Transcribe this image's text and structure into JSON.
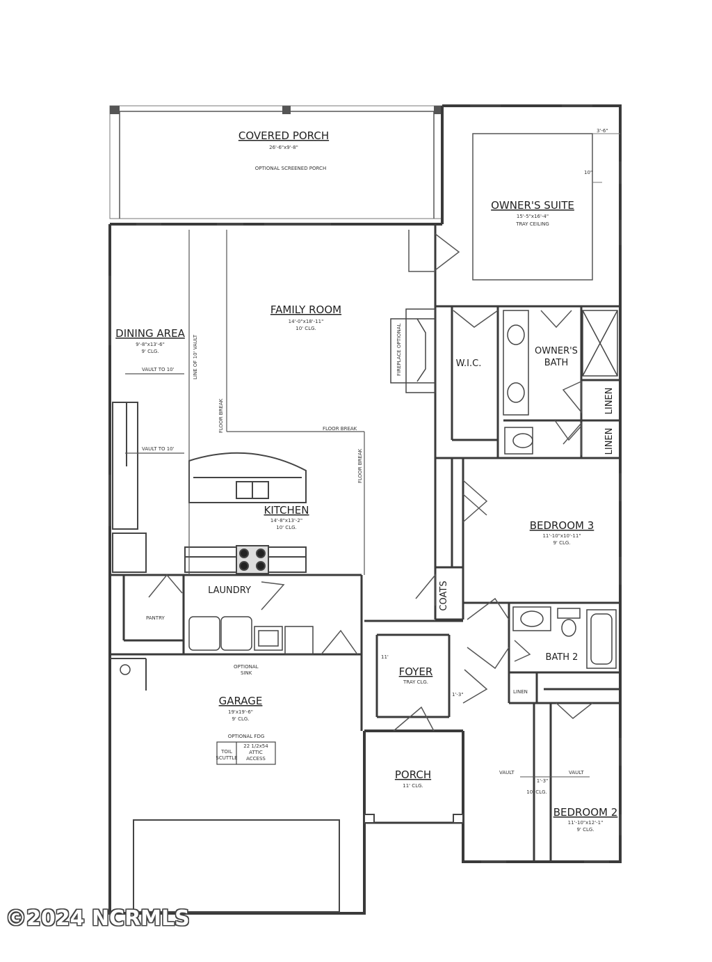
{
  "rooms": {
    "covered_porch": {
      "name": "COVERED PORCH",
      "size": "26'-6\"x9'-8\"",
      "note": "OPTIONAL SCREENED PORCH"
    },
    "owners_suite": {
      "name": "OWNER'S SUITE",
      "size": "15'-5\"x16'-4\"",
      "ceiling": "TRAY CEILING",
      "dim_a": "3'-6\"",
      "dim_b": "10\""
    },
    "family_room": {
      "name": "FAMILY ROOM",
      "size": "14'-0\"x18'-11\"",
      "ceiling": "10' CLG."
    },
    "dining_area": {
      "name": "DINING AREA",
      "size": "9'-8\"x13'-6\"",
      "ceiling": "9' CLG."
    },
    "wic": {
      "name": "W.I.C."
    },
    "owners_bath": {
      "name_line1": "OWNER'S",
      "name_line2": "BATH"
    },
    "linen1": {
      "name": "LINEN"
    },
    "linen2": {
      "name": "LINEN"
    },
    "kitchen": {
      "name": "KITCHEN",
      "size": "14'-8\"x13'-2\"",
      "ceiling": "10' CLG."
    },
    "bedroom3": {
      "name": "BEDROOM 3",
      "size": "11'-10\"x10'-11\"",
      "ceiling": "9' CLG."
    },
    "laundry": {
      "name": "LAUNDRY"
    },
    "pantry": {
      "name": "PANTRY"
    },
    "coats": {
      "name": "COATS"
    },
    "bath2": {
      "name": "BATH 2"
    },
    "foyer": {
      "name": "FOYER",
      "ceiling": "TRAY CLG.",
      "dim": "1'-3\""
    },
    "linen3": {
      "name": "LINEN"
    },
    "garage": {
      "name": "GARAGE",
      "size": "19'x19'-6\"",
      "ceiling": "9' CLG."
    },
    "porch": {
      "name": "PORCH",
      "ceiling": "11' CLG."
    },
    "bedroom2": {
      "name": "BEDROOM 2",
      "size": "11'-10\"x12'-1\"",
      "ceiling": "9' CLG.",
      "dim": "1'-3\"",
      "dim_ceiling": "10' CLG."
    }
  },
  "notes": {
    "vault_dining": "VAULT TO 10'",
    "vault_kitchen": "VAULT TO 10'",
    "line_of_vault": "LINE OF 10' VAULT",
    "floor_break_left": "FLOOR BREAK",
    "floor_break_top": "FLOOR BREAK",
    "floor_break_right": "FLOOR BREAK",
    "fireplace": "FIREPLACE OPTIONAL",
    "optional_sink_1": "OPTIONAL",
    "optional_sink_2": "SINK",
    "optional_fdg_title": "OPTIONAL FDG",
    "fdg_left_1": "TOIL",
    "fdg_left_2": "SCUTTLE",
    "fdg_right_1": "22 1/2x54",
    "fdg_right_2": "ATTIC",
    "fdg_right_3": "ACCESS",
    "foyer_dim_left": "11'",
    "vault_left": "VAULT",
    "vault_right": "VAULT"
  },
  "watermark": "©2024 NCRMLS"
}
